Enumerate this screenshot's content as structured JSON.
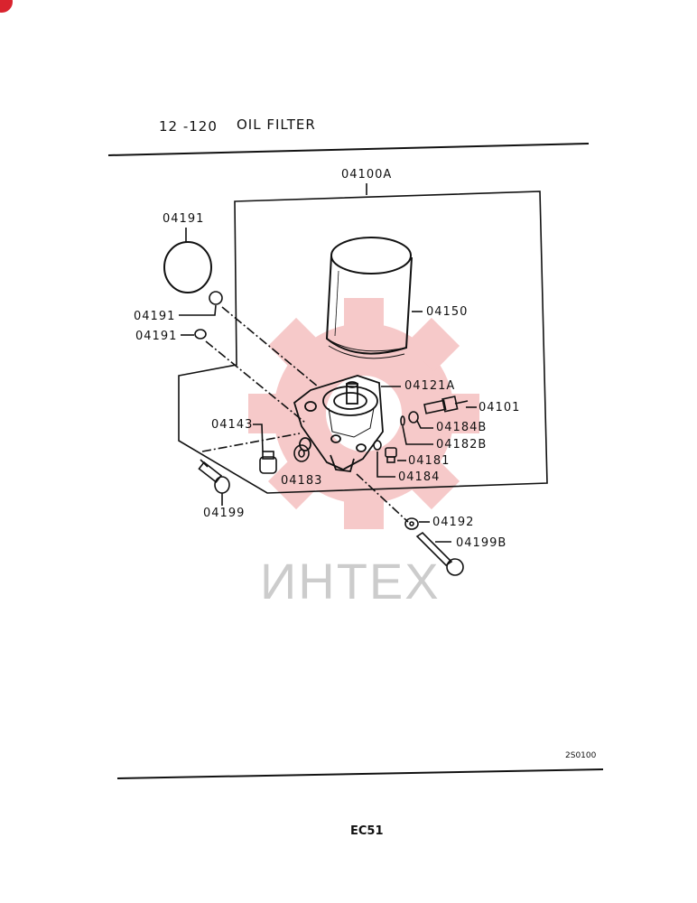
{
  "header": {
    "section": "12 -120",
    "title": "OIL FILTER"
  },
  "watermark": {
    "text": "ИНТЕХ",
    "gear_color": "#f4c4c4",
    "text_color": "#cccccc"
  },
  "accent": "#d9232e",
  "diagram_code": "2S0100",
  "page_label": "EC51",
  "parts": {
    "assembly": "04100A",
    "oring_large": "04191",
    "oring_upper": "04191",
    "oring_lower": "04191",
    "cartridge": "04150",
    "head": "04121A",
    "sender": "04101",
    "gasket_a": "04184B",
    "gasket_b": "04182B",
    "plug": "04181",
    "gasket_c": "04184",
    "plug_large": "04143",
    "nut": "04183",
    "bolt_left": "04199",
    "washer": "04192",
    "bolt_right": "04199B"
  }
}
